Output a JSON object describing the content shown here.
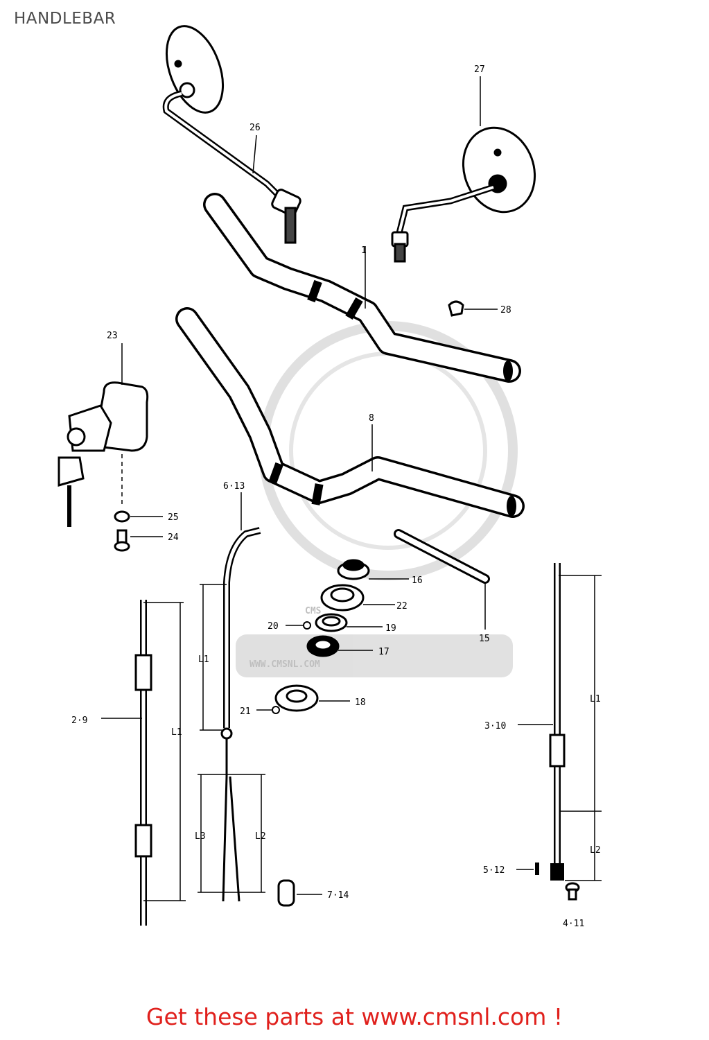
{
  "page": {
    "title": "HANDLEBAR"
  },
  "watermark": {
    "brand": "CMS",
    "url": "WWW.CMSNL.COM"
  },
  "labels": {
    "p1": "1",
    "p8": "8",
    "p15": "15",
    "p16": "16",
    "p17": "17",
    "p18": "18",
    "p19": "19",
    "p20": "20",
    "p21": "21",
    "p22": "22",
    "p23": "23",
    "p24": "24",
    "p25": "25",
    "p26": "26",
    "p27": "27",
    "p28": "28",
    "p2_9": "2·9",
    "p3_10": "3·10",
    "p4_11": "4·11",
    "p5_12": "5·12",
    "p6_13": "6·13",
    "p7_14": "7·14",
    "dim_l1_left": "L1",
    "dim_l1_mid": "L1",
    "dim_l1_right": "L1",
    "dim_l2_mid": "L2",
    "dim_l2_right": "L2",
    "dim_l3_mid": "L3"
  },
  "footer": {
    "text": "Get these parts at www.cmsnl.com !",
    "color": "#e0201c"
  }
}
